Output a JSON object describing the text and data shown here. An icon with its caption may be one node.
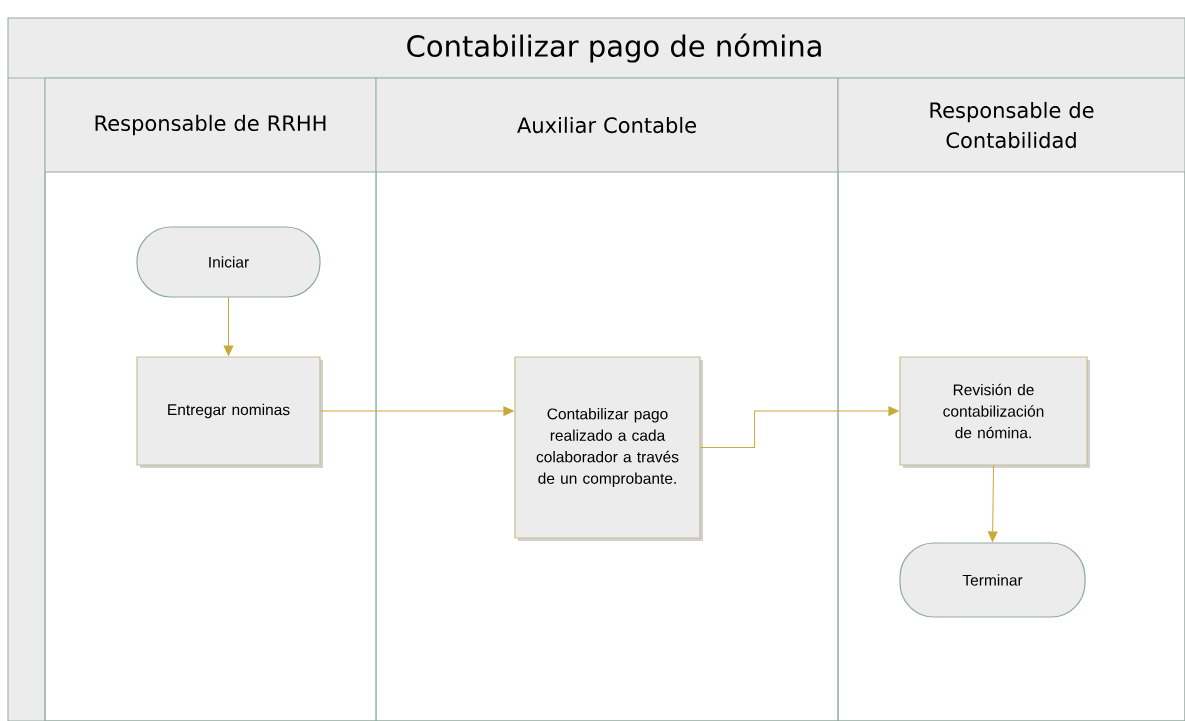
{
  "diagram": {
    "nodes": [
      {
        "text": [
          "Contabilizar pago de nómina"
        ]
      },
      {
        "text": [
          "Responsable de RRHH"
        ],
        "in": 0
      },
      {
        "text": [
          "Auxiliar Contable"
        ],
        "in": 0
      },
      {
        "text": [
          "Responsable de Contabilidad"
        ],
        "in": 0
      },
      {
        "text": [
          "Iniciar"
        ],
        "in": 1
      },
      {
        "text": [
          "Entregar nominas"
        ],
        "in": 1
      },
      {
        "text": [
          "Contabilizar pago realizado a cada colaborador a través de un comprobante."
        ],
        "in": 2
      },
      {
        "text": [
          "Revisión de contabilización de nómina."
        ],
        "in": 3
      },
      {
        "text": [
          "Terminar"
        ],
        "in": 3
      }
    ],
    "edges": [
      {
        "from": 4,
        "to": 5,
        "arrow": "to"
      },
      {
        "from": 5,
        "to": 6,
        "arrow": "to"
      },
      {
        "from": 6,
        "to": 7,
        "arrow": "to"
      },
      {
        "from": 7,
        "to": 8,
        "arrow": "to"
      }
    ]
  }
}
